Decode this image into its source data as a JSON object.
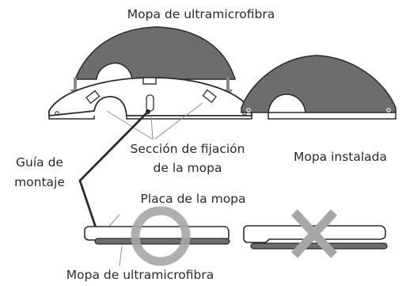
{
  "labels": {
    "mop_top": "Mopa de ultramicrofibra",
    "section_line1": "Sección de fijación",
    "section_line2": "de la mopa",
    "installed": "Mopa instalada",
    "guide_line1": "Guía de",
    "guide_line2": "montaje",
    "plate": "Placa de la mopa",
    "mop_bottom": "Mopa de ultramicrofibra"
  },
  "symbols": {
    "correct": "circle-correct-icon",
    "incorrect": "cross-incorrect-icon"
  },
  "colors": {
    "mop_fill": "#6d6d6d",
    "line": "#2b2b2b",
    "body_fill": "#ffffff",
    "symbol": "#a6a6a6",
    "arrow": "#8a8a8a"
  }
}
